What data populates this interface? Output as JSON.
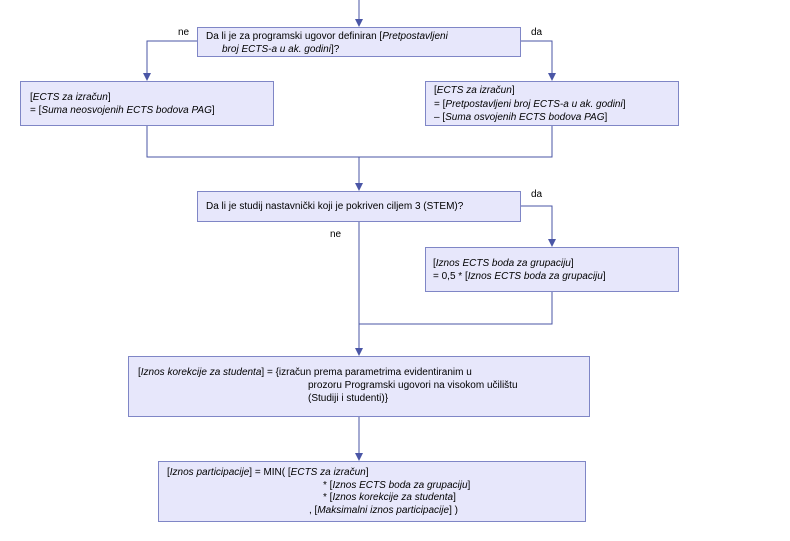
{
  "decision1": {
    "line1_prefix": "Da li je za programski ugovor definiran [",
    "line1_italic": "Pretpostavljeni",
    "line2_italic": "broj ECTS-a u ak. godini",
    "line2_suffix": "]?"
  },
  "labels": {
    "ne1": "ne",
    "da1": "da",
    "ne2": "ne",
    "da2": "da"
  },
  "box_left": {
    "l1_open": "[",
    "l1_italic": "ECTS za izračun",
    "l1_close": "]",
    "l2_prefix": "= [",
    "l2_italic": "Suma neosvojenih ECTS bodova PAG",
    "l2_close": "]"
  },
  "box_right": {
    "l1_open": "[",
    "l1_italic": "ECTS za izračun",
    "l1_close": "]",
    "l2_prefix": "= [",
    "l2_italic": "Pretpostavljeni broj ECTS-a u ak. godini",
    "l2_close": "]",
    "l3_prefix": "– [",
    "l3_italic": "Suma osvojenih ECTS bodova PAG",
    "l3_close": "]"
  },
  "decision2": {
    "text": "Da li je studij nastavnički koji je pokriven ciljem 3 (STEM)?"
  },
  "box_stem": {
    "l1_open": "[",
    "l1_italic": "Iznos ECTS boda za grupaciju",
    "l1_close": "]",
    "l2_prefix": "= 0,5 * [",
    "l2_italic": "Iznos ECTS boda za grupaciju",
    "l2_close": "]"
  },
  "box_korekcija": {
    "l1_open": "[",
    "l1_italic": "Iznos korekcije za studenta",
    "l1_rest": "] = {izračun prema parametrima evidentiranim u",
    "l2": "prozoru Programski ugovori na visokom učilištu",
    "l3": "(Studiji i studenti)}"
  },
  "box_participacija": {
    "l1_open": "[",
    "l1_italic": "Iznos participacije",
    "l1_mid": "] = MIN( [",
    "l1_italic2": "ECTS za izračun",
    "l1_close": "]",
    "l2_prefix": "* [",
    "l2_italic": "Iznos ECTS boda za grupaciju",
    "l2_close": "]",
    "l3_prefix": "* [",
    "l3_italic": "Iznos korekcije za studenta",
    "l3_close": "]",
    "l4_prefix": ",  [",
    "l4_italic": "Maksimalni iznos participacije",
    "l4_close": "] )"
  },
  "colors": {
    "box_fill": "#e7e7fb",
    "box_border": "#7f86c6",
    "line": "#4a56a6"
  }
}
